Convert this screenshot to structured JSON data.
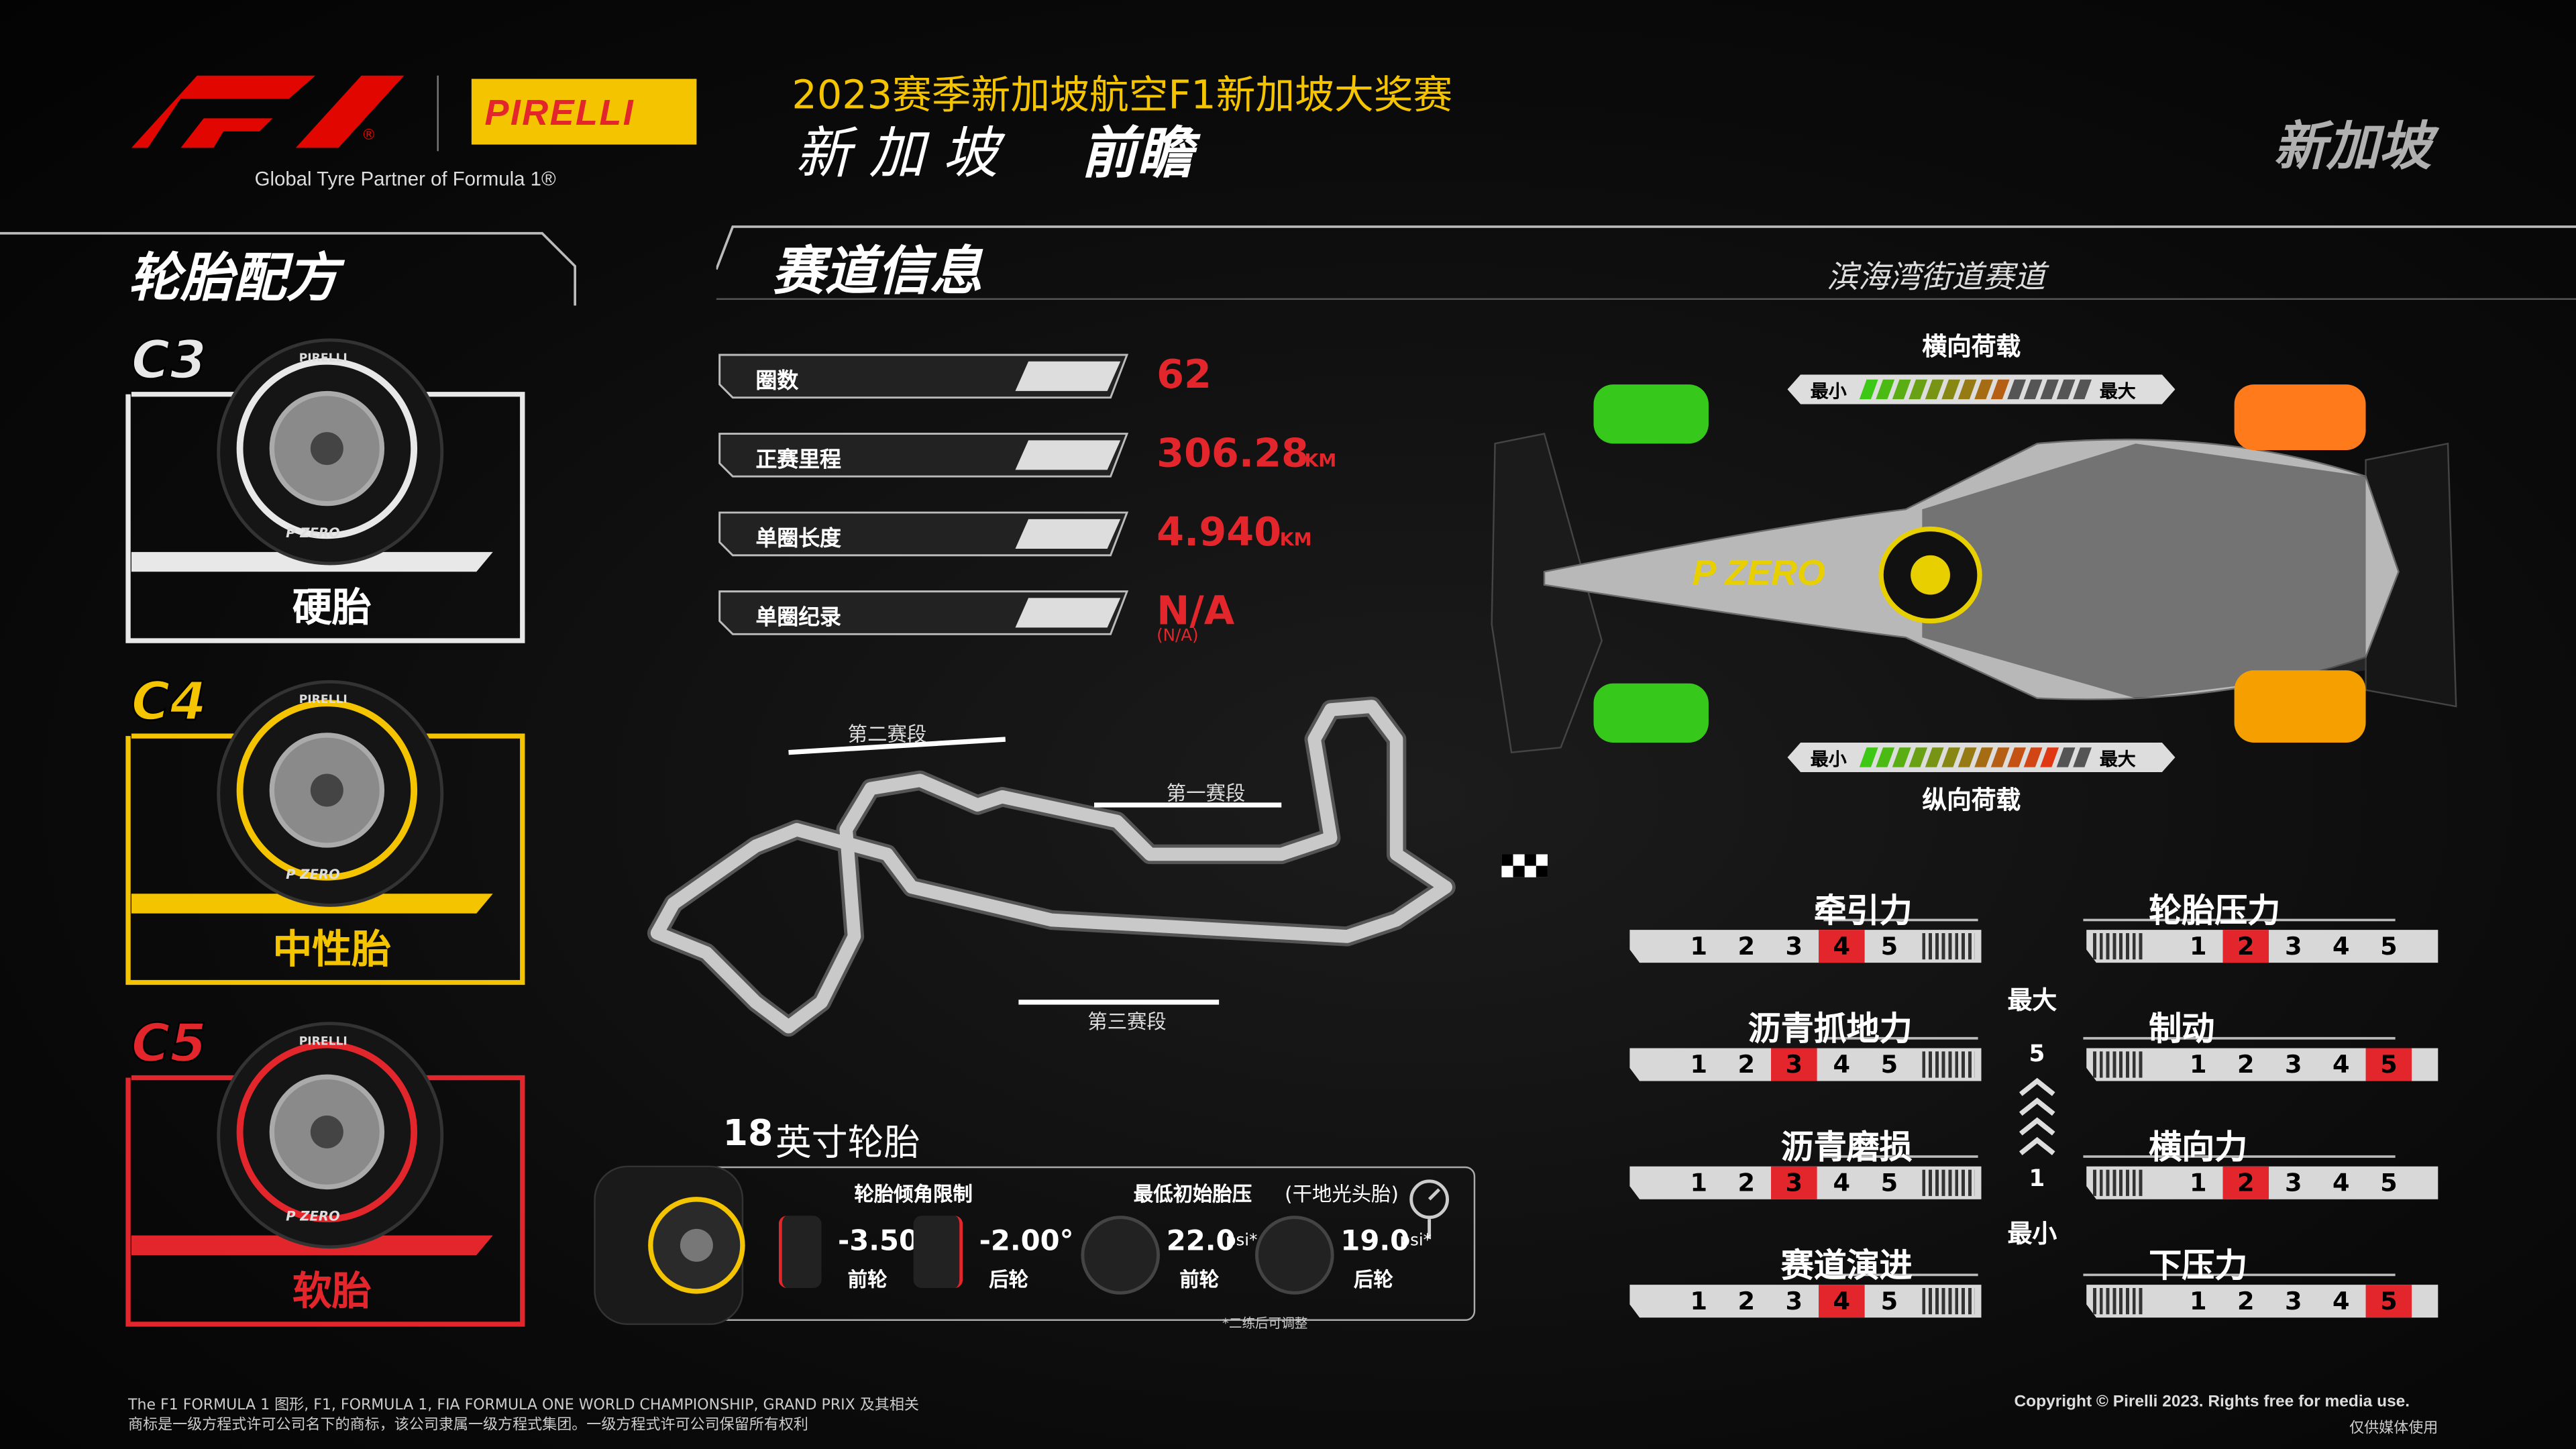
{
  "header": {
    "f1_reg": "®",
    "pirelli": "PIRELLI",
    "partner": "Global Tyre Partner of Formula 1®",
    "event": "2023赛季新加坡航空F1新加坡大奖赛",
    "city": "新 加 坡",
    "preview": "前瞻",
    "country": "新加坡"
  },
  "compounds": {
    "title": "轮胎配方",
    "items": [
      {
        "code": "C3",
        "name": "硬胎",
        "color": "#e8e8e8"
      },
      {
        "code": "C4",
        "name": "中性胎",
        "color": "#f5c400"
      },
      {
        "code": "C5",
        "name": "软胎",
        "color": "#e3262b"
      }
    ],
    "tyre_brand": "PIRELLI",
    "tyre_logo": "P ZERO"
  },
  "track_info": {
    "title": "赛道信息",
    "circuit": "滨海湾街道赛道",
    "stats": [
      {
        "label": "圈数",
        "value": "62",
        "unit": ""
      },
      {
        "label": "正赛里程",
        "value": "306.28",
        "unit": "KM"
      },
      {
        "label": "单圈长度",
        "value": "4.940",
        "unit": "KM"
      },
      {
        "label": "单圈纪录",
        "value": "N/A",
        "unit": "",
        "sub": "(N/A)"
      }
    ],
    "sectors": {
      "s1": "第一赛段",
      "s2": "第二赛段",
      "s3": "第三赛段"
    }
  },
  "car": {
    "lateral": "横向荷载",
    "longitudinal": "纵向荷载",
    "min": "最小",
    "max": "最大",
    "lateral_level": 9,
    "longitudinal_level": 12,
    "wing_text": "P ZERO"
  },
  "ratings": {
    "scale": [
      1,
      2,
      3,
      4,
      5
    ],
    "left": [
      {
        "label": "牵引力",
        "value": 4,
        "icon": "traction-icon"
      },
      {
        "label": "沥青抓地力",
        "value": 3,
        "icon": "grip-icon"
      },
      {
        "label": "沥青磨损",
        "value": 3,
        "icon": "abrasion-icon"
      },
      {
        "label": "赛道演进",
        "value": 4,
        "icon": "evolution-icon"
      }
    ],
    "right": [
      {
        "label": "轮胎压力",
        "value": 2,
        "icon": "tyre-stress-icon"
      },
      {
        "label": "制动",
        "value": 5,
        "icon": "braking-icon"
      },
      {
        "label": "横向力",
        "value": 2,
        "icon": "lateral-icon"
      },
      {
        "label": "下压力",
        "value": 5,
        "icon": "downforce-icon"
      }
    ],
    "legend_max": "最大",
    "legend_min": "最小",
    "legend_top": "5",
    "legend_bottom": "1",
    "accent": "#e3262b"
  },
  "tyre18": {
    "num": "18",
    "title": "英寸轮胎",
    "camber_title": "轮胎倾角限制",
    "pressure_title": "最低初始胎压",
    "pressure_note": "(干地光头胎)",
    "front_camber": "-3.50°",
    "rear_camber": "-2.00°",
    "front_pressure": "22.0",
    "rear_pressure": "19.0",
    "psi": "psi*",
    "front": "前轮",
    "rear": "后轮",
    "footnote": "*二练后可调整"
  },
  "footer": {
    "left1": "The F1 FORMULA 1 图形, F1, FORMULA 1, FIA FORMULA ONE WORLD CHAMPIONSHIP, GRAND PRIX 及其相关",
    "left2": "商标是一级方程式许可公司名下的商标，该公司隶属一级方程式集团。一级方程式许可公司保留所有权利",
    "right1": "Copyright © Pirelli 2023. Rights free for media use.",
    "right2": "仅供媒体使用"
  }
}
